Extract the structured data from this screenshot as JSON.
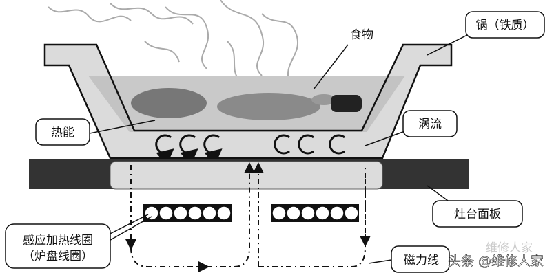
{
  "labels": {
    "pot": "锅（铁质）",
    "food": "食物",
    "heat": "热能",
    "eddy": "涡流",
    "panel": "灶台面板",
    "coil_line1": "感应加热线圈",
    "coil_line2": "（炉盘线圈）",
    "flux": "磁力线"
  },
  "watermark": {
    "main": "头条 @维修人家",
    "faint": "维修人家"
  }
}
